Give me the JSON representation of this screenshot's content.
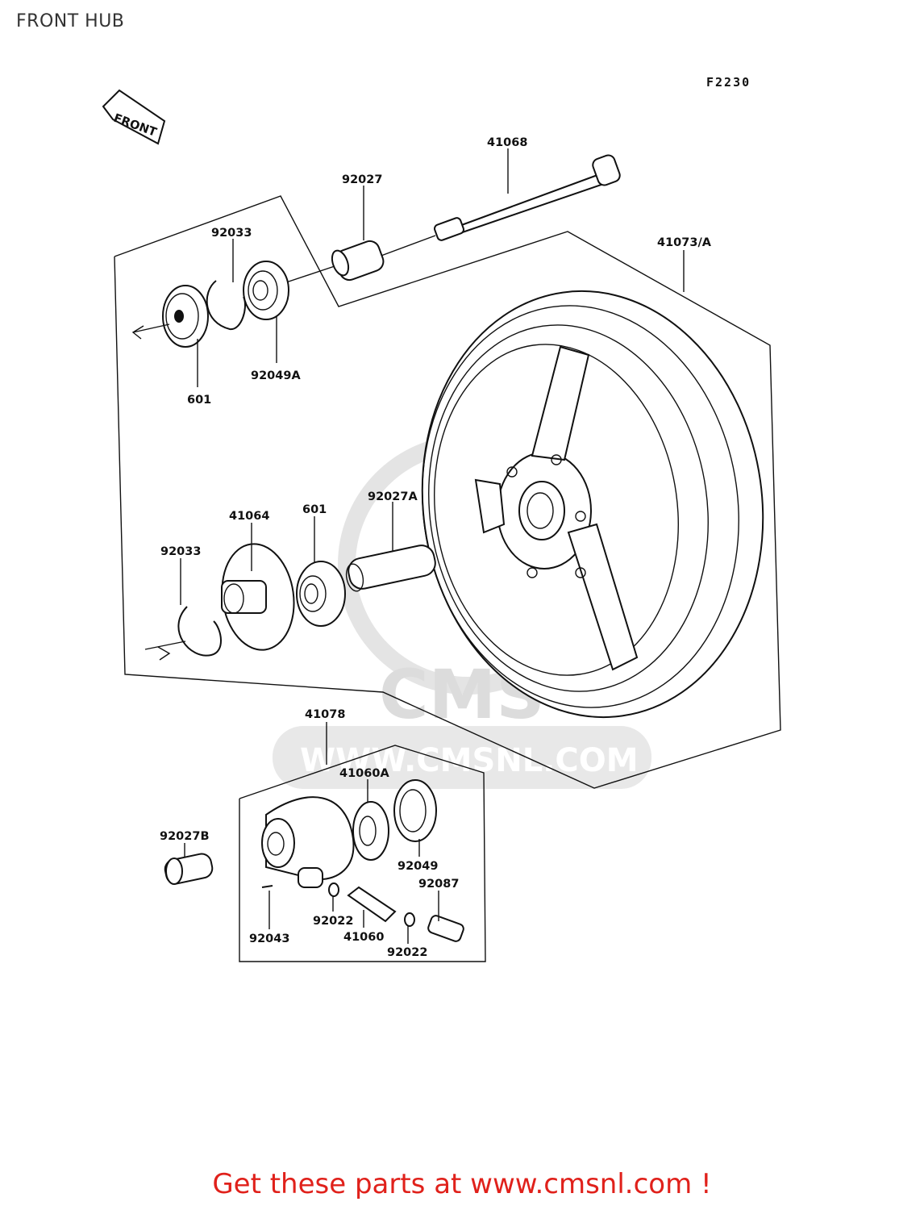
{
  "page": {
    "title": "FRONT HUB",
    "figure_code": "F2230",
    "front_marker": "FRONT",
    "watermark": {
      "site": "WWW.CMSNL.COM",
      "logo": "CMS"
    },
    "footer_link": "Get these parts at www.cmsnl.com !"
  },
  "parts": {
    "p41068": "41068",
    "p92027": "92027",
    "p92033_top": "92033",
    "p41073A": "41073/A",
    "p601_top": "601",
    "p92049A": "92049A",
    "p41064": "41064",
    "p601_mid": "601",
    "p92027A": "92027A",
    "p92033_mid": "92033",
    "p41078": "41078",
    "p41060A": "41060A",
    "p92027B": "92027B",
    "p92049": "92049",
    "p92087": "92087",
    "p92022_a": "92022",
    "p92043": "92043",
    "p41060": "41060",
    "p92022_b": "92022"
  }
}
